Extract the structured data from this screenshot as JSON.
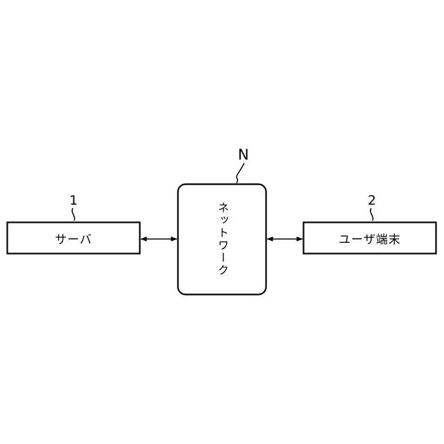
{
  "figure": {
    "type": "system-block-diagram",
    "background_color": "#ffffff",
    "line_color": "#000000"
  },
  "nodes": {
    "server": {
      "label": "サーバ",
      "reference_numeral": "1",
      "shape": "rectangle"
    },
    "network": {
      "label": "ネットワーク",
      "reference_numeral": "N",
      "shape": "rounded-rectangle",
      "text_orientation": "vertical"
    },
    "terminal": {
      "label": "ユーザ端末",
      "reference_numeral": "2",
      "shape": "rectangle"
    }
  },
  "connections": [
    {
      "from": "server",
      "to": "network",
      "style": "double-headed-arrow"
    },
    {
      "from": "network",
      "to": "terminal",
      "style": "double-headed-arrow"
    }
  ]
}
